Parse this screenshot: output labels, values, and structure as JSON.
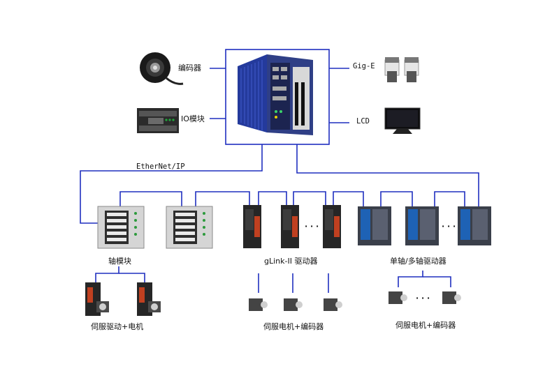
{
  "labels": {
    "encoder": "编码器",
    "io_module": "IO模块",
    "gige": "Gig-E",
    "lcd": "LCD",
    "ethernet": "EtherNet/IP",
    "axis_module": "轴模块",
    "glink_drive": "gLink-II 驱动器",
    "multi_axis_drive": "单轴/多轴驱动器",
    "servo_drive_motor": "伺服驱动+电机",
    "servo_motor_encoder_1": "伺服电机+编码器",
    "servo_motor_encoder_2": "伺服电机+编码器",
    "ellipsis_glink": "· · ·",
    "ellipsis_multi": "· · ·",
    "ellipsis_motor": "· · ·"
  },
  "colors": {
    "line": "#1f2fbf",
    "pc_blue": "#2b3fa8",
    "module_grey": "#d9d9d9",
    "drive_dark": "#2a2a2a",
    "drive_blue": "#1e62b5"
  }
}
